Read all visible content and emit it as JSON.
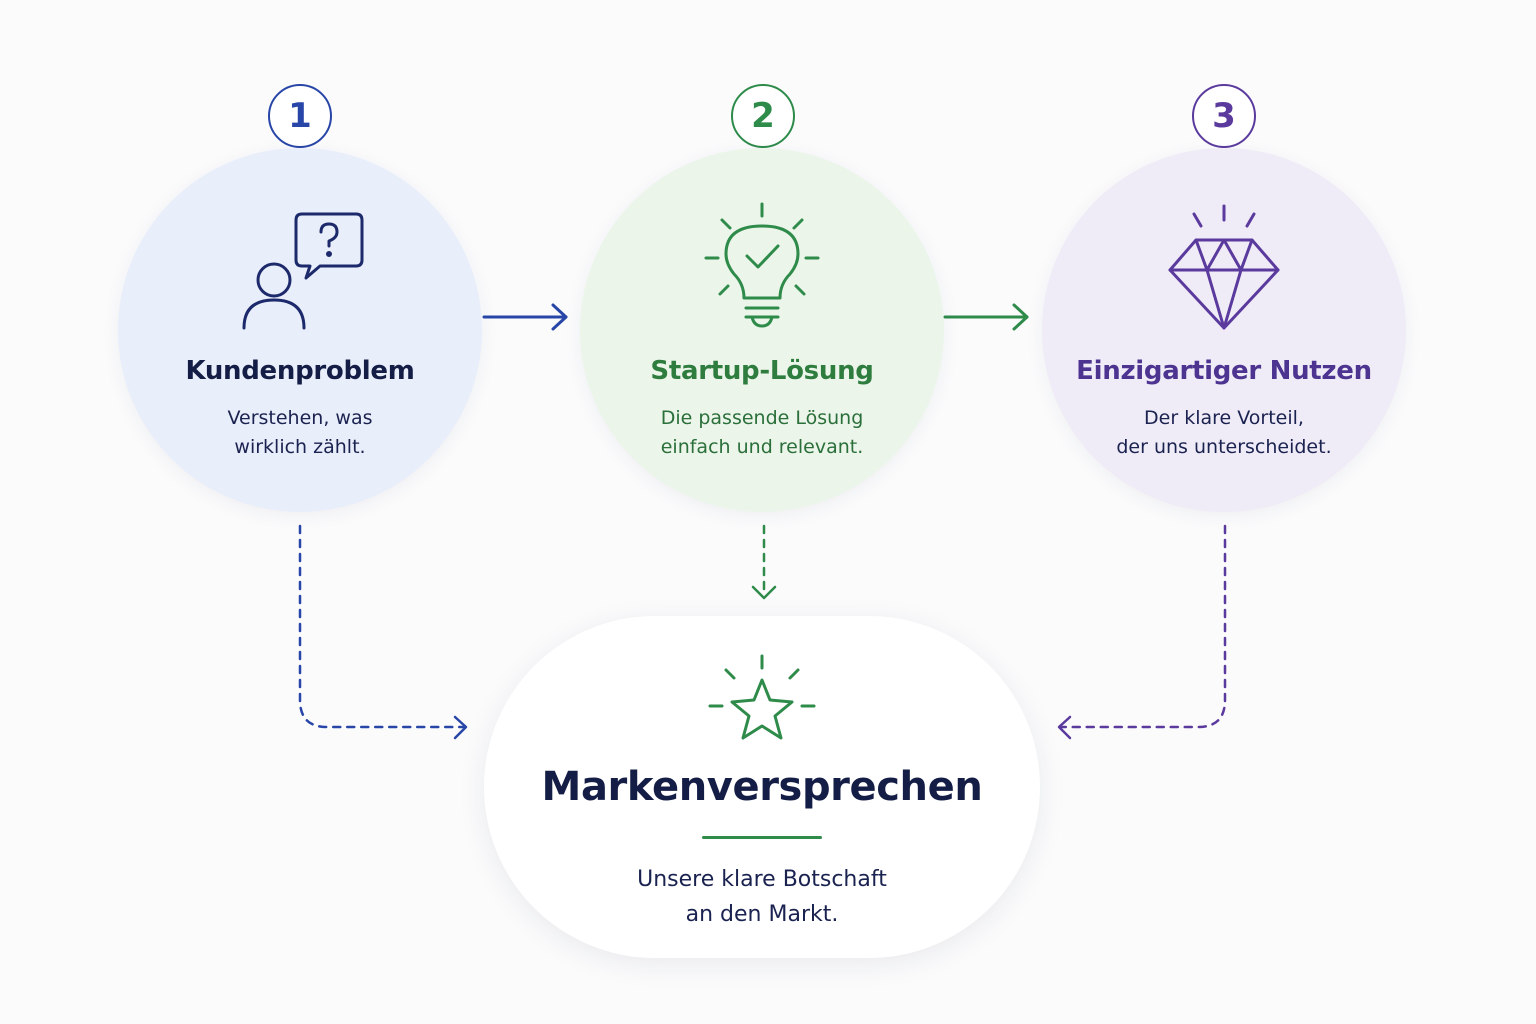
{
  "colors": {
    "blue": "#2846a8",
    "green": "#2e8b4a",
    "purple": "#5b3a9e",
    "navy": "#141d45",
    "blue_bg": "#e9eefb",
    "green_bg": "#ebf5ea",
    "purple_bg": "#efebf7"
  },
  "steps": [
    {
      "number": "1",
      "title": "Kundenproblem",
      "description": "Verstehen, was\nwirklich zählt.",
      "icon": "person-question-icon"
    },
    {
      "number": "2",
      "title": "Startup-Lösung",
      "description": "Die passende Lösung\neinfach und relevant.",
      "icon": "lightbulb-check-icon"
    },
    {
      "number": "3",
      "title": "Einzigartiger Nutzen",
      "description": "Der klare Vorteil,\nder uns unterscheidet.",
      "icon": "diamond-icon"
    }
  ],
  "promise": {
    "title": "Markenversprechen",
    "description": "Unsere klare Botschaft\nan den Markt.",
    "icon": "star-icon"
  }
}
